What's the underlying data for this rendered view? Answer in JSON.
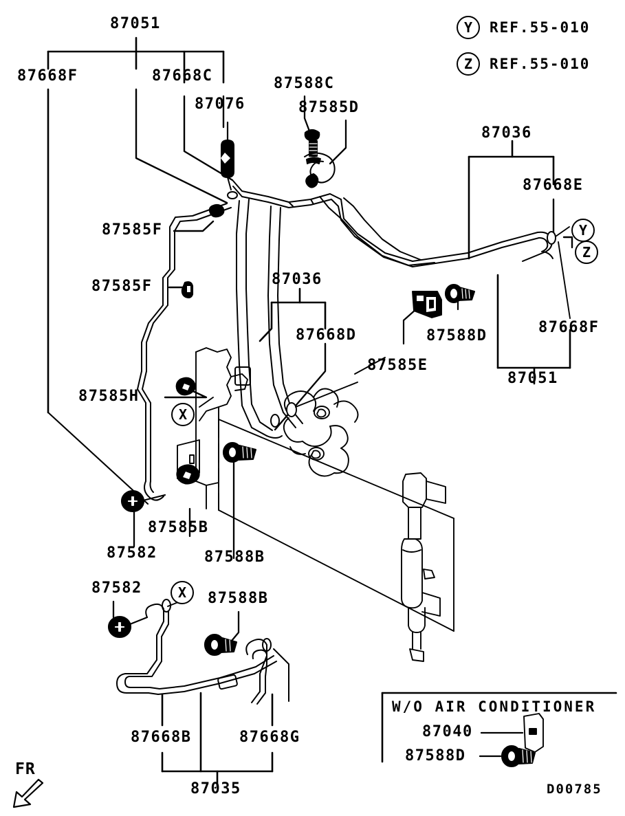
{
  "diagram": {
    "drawing_number": "D00785",
    "orientation_marker": "FR",
    "inset_title": "W/O AIR CONDITIONER",
    "references": [
      {
        "key": "Y",
        "text": "REF.55-010"
      },
      {
        "key": "Z",
        "text": "REF.55-010"
      }
    ],
    "callout_circles": [
      {
        "key": "X"
      },
      {
        "key": "X"
      },
      {
        "key": "Y"
      },
      {
        "key": "Z"
      }
    ],
    "part_numbers": {
      "p87051_top": "87051",
      "p87668F_topleft": "87668F",
      "p87668C": "87668C",
      "p87076": "87076",
      "p87588C": "87588C",
      "p87585D": "87585D",
      "p87036_right": "87036",
      "p87668E": "87668E",
      "p87585F_upper": "87585F",
      "p87585F_lower": "87585F",
      "p87036_center": "87036",
      "p87668D": "87668D",
      "p87585E": "87585E",
      "p87588D_main": "87588D",
      "p87668F_right": "87668F",
      "p87051_right": "87051",
      "p87585H": "87585H",
      "p87585B": "87585B",
      "p87582_upper": "87582",
      "p87588B_upper": "87588B",
      "p87582_lower": "87582",
      "p87588B_lower": "87588B",
      "p87668B": "87668B",
      "p87668G": "87668G",
      "p87035": "87035",
      "p87040_inset": "87040",
      "p87588D_inset": "87588D"
    }
  }
}
